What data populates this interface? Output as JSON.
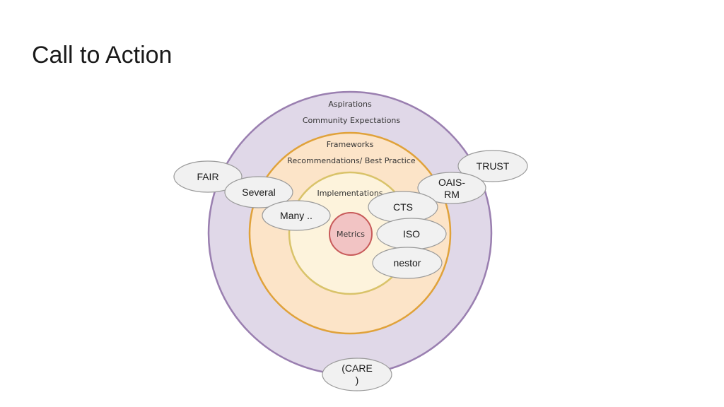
{
  "title": "Call to Action",
  "colors": {
    "outer_fill": "#e0d8e8",
    "outer_stroke": "#9a7fb0",
    "middle_fill": "#fce4c8",
    "middle_stroke": "#e0a23a",
    "inner_fill": "#fdf3dc",
    "inner_stroke": "#d9c36a",
    "core_fill": "#f2c4c4",
    "core_stroke": "#c85a5a",
    "tag_fill": "#f1f1f1",
    "tag_stroke": "#9a9a9a"
  },
  "rings": {
    "outer": [
      "Aspirations",
      "Community Expectations"
    ],
    "middle": [
      "Frameworks",
      "Recommendations/ Best Practice"
    ],
    "inner": [
      "Implementations"
    ],
    "core": "Metrics"
  },
  "tags": {
    "fair": "FAIR",
    "several": "Several",
    "many": "Many ..",
    "trust": "TRUST",
    "oais": [
      "OAIS-",
      "RM"
    ],
    "cts": "CTS",
    "iso": "ISO",
    "nestor": "nestor",
    "care": [
      "(CARE",
      ")"
    ]
  }
}
